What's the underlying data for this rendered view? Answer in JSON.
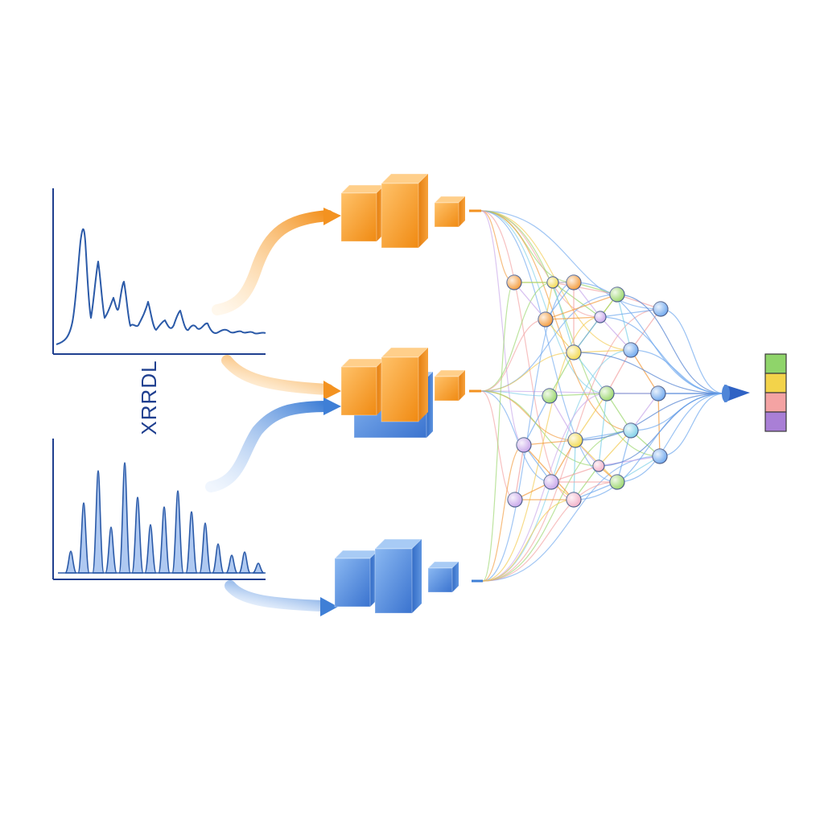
{
  "diagram": {
    "rotated_label": "XRRDL",
    "colors": {
      "axis": "#1f3f8f",
      "spectrum_line": "#2b5aa8",
      "spectrum_fill": "#4f86d8",
      "orange": "#f3921f",
      "orange_light": "#ffb455",
      "blue": "#3f7fd6",
      "blue_light": "#7fb0ee",
      "output_arrow": "#2f62c4"
    },
    "encoder_branches": [
      {
        "name": "top",
        "color": "orange"
      },
      {
        "name": "middle",
        "color": "orange"
      },
      {
        "name": "bottom",
        "color": "blue"
      }
    ],
    "output_cells": [
      {
        "color": "#8fd46a"
      },
      {
        "color": "#f3d34a"
      },
      {
        "color": "#f4a3a3"
      },
      {
        "color": "#a97fd6"
      }
    ],
    "node_palette": [
      "#f39a3a",
      "#f2d94e",
      "#9ad66b",
      "#7fd0e8",
      "#6fa8ee",
      "#c8a6ea",
      "#f2b0c8"
    ]
  }
}
